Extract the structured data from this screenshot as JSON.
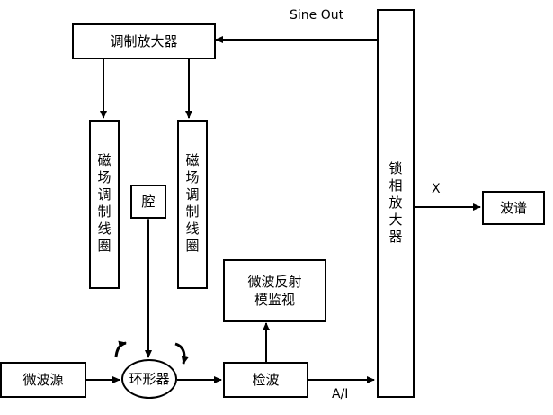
{
  "blocks": {
    "modulation_amp": "调制放大器",
    "coil_left": "磁场调制线圈",
    "coil_right": "磁场调制线圈",
    "cavity": "腔",
    "microwave_reflection_line1": "微波反射",
    "microwave_reflection_line2": "模监视",
    "microwave_source": "微波源",
    "circulator": "环形器",
    "detector": "检波",
    "lockin_amp": "锁相放大器",
    "spectrum": "波谱"
  },
  "signals": {
    "sine_out": "Sine Out",
    "x": "X",
    "ai": "A/I"
  }
}
